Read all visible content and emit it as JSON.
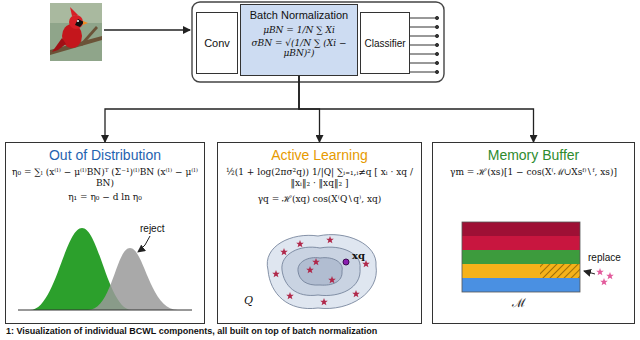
{
  "diagram": {
    "caption": "1: Visualization of individual BCWL components, all built on top of batch normalization",
    "nodes": [
      {
        "text": [
          "Conv"
        ]
      },
      {
        "text": [
          "Batch Normalization",
          "μBN = 1/N ∑ Xi",
          "σBN = √(1/N ∑ (Xi − μBN)²)"
        ]
      },
      {
        "text": [
          "Classifier"
        ]
      },
      {
        "text": [
          "Out of Distribution",
          "η₀ = ∑ₗ (x⁽ˡ⁾ − μ⁽ˡ⁾BN)ᵀ (Σ⁻¹)⁽ˡ⁾BN (x⁽ˡ⁾ − μ⁽ˡ⁾BN)",
          "η₁ = η₀ − d ln η₀"
        ]
      },
      {
        "text": [
          "Active Learning",
          "½(1 + log(2πσ²q)) 1/|Q| ∑ᵢ₌₁,ᵢ≠q [ xᵢ · xq / ‖xᵢ‖₂ · ‖xq‖₂ ]",
          "γq = ℋ(xq) cos(X⁽Q∖q⁾, xq)"
        ]
      },
      {
        "text": [
          "Memory Buffer",
          "γm = ℋ(xs)[1 − cos(X⁽ℳ∪Xsᶠ⁾∖ᶠ, xs)]"
        ]
      }
    ],
    "edges": [
      {
        "from": 1,
        "to": 3,
        "arrow": "to"
      },
      {
        "from": 1,
        "to": 4,
        "arrow": "to"
      },
      {
        "from": 1,
        "to": 5,
        "arrow": "to"
      }
    ],
    "labels": [
      "reject",
      "xq",
      "Q",
      "replace",
      "ℳ"
    ]
  }
}
